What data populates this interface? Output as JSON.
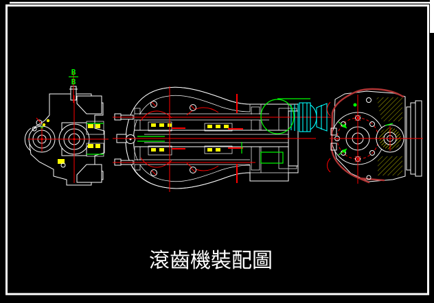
{
  "document": {
    "title_text": "滾齒機裝配圖",
    "section_label": {
      "top": "B",
      "bottom": "B"
    }
  },
  "colors": {
    "background": "#000000",
    "frame": "#ffffff",
    "outline": "#ffffff",
    "hatch": "#ffff00",
    "centerline": "#ff0000",
    "pipe": "#b03434",
    "highlight": "#00ff00",
    "tool": "#00ffff",
    "title": "#ffffff",
    "label": "#00ff00"
  }
}
